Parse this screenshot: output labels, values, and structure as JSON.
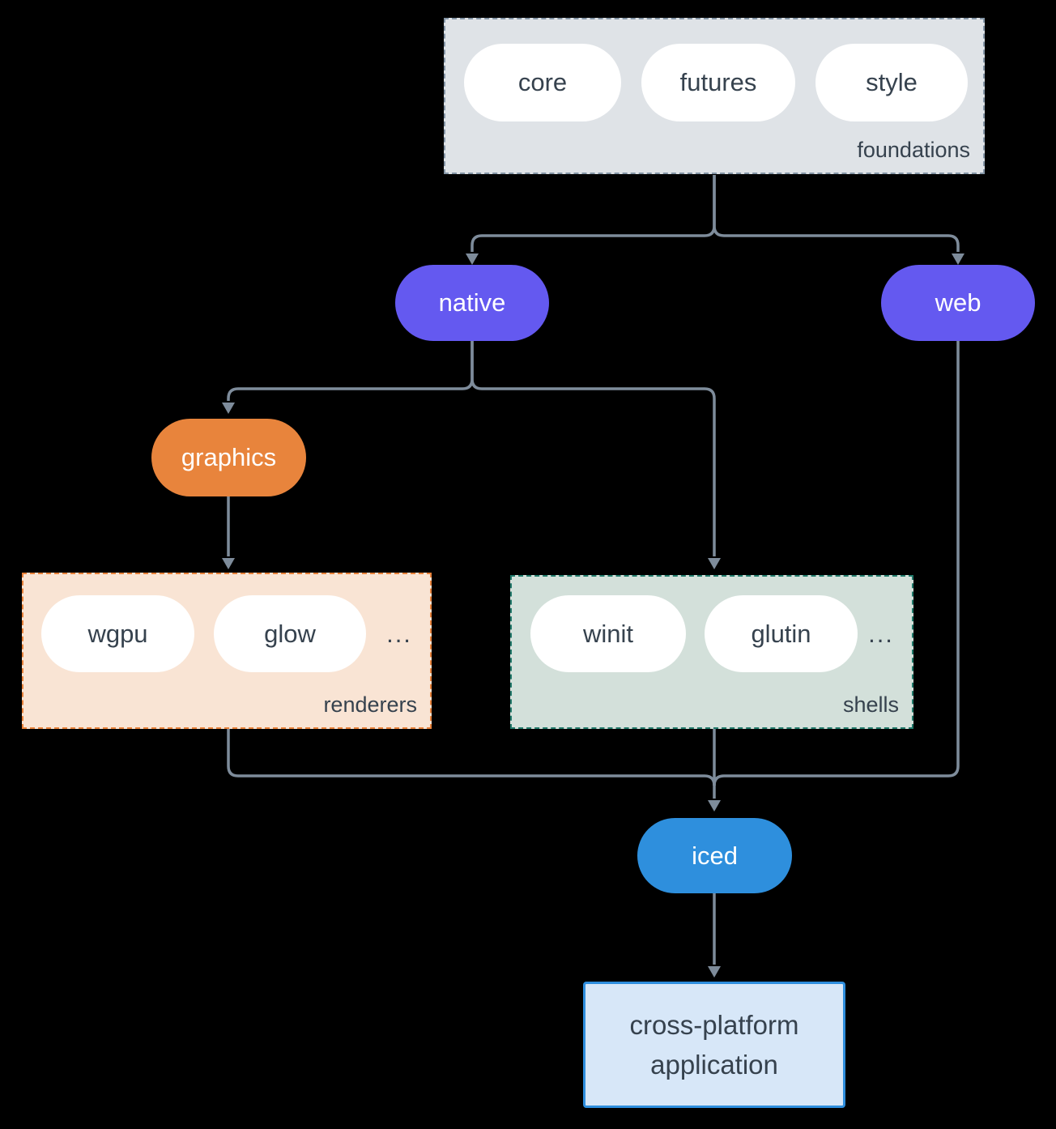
{
  "palette": {
    "background": "#000000",
    "line": "#7E8C9B",
    "text-dark": "#36424E",
    "pill-white": "#FFFFFF",
    "purple": "#6459F0",
    "orange": "#E8843C",
    "blue": "#2E8FDD",
    "foundations-fill": "#DFE3E7",
    "foundations-border": "#8495A6",
    "renderers-fill": "#F9E4D4",
    "renderers-border": "#E8823B",
    "shells-fill": "#D3E0DA",
    "shells-border": "#20796A",
    "app-fill": "#D7E7F8",
    "app-border": "#2E8EDE"
  },
  "diagram": {
    "foundations": {
      "label": "foundations",
      "items": [
        "core",
        "futures",
        "style"
      ]
    },
    "native": {
      "label": "native"
    },
    "web": {
      "label": "web"
    },
    "graphics": {
      "label": "graphics"
    },
    "renderers": {
      "label": "renderers",
      "items": [
        "wgpu",
        "glow"
      ],
      "ellipsis": "..."
    },
    "shells": {
      "label": "shells",
      "items": [
        "winit",
        "glutin"
      ],
      "ellipsis": "..."
    },
    "iced": {
      "label": "iced"
    },
    "application": {
      "line1": "cross-platform",
      "line2": "application"
    }
  }
}
